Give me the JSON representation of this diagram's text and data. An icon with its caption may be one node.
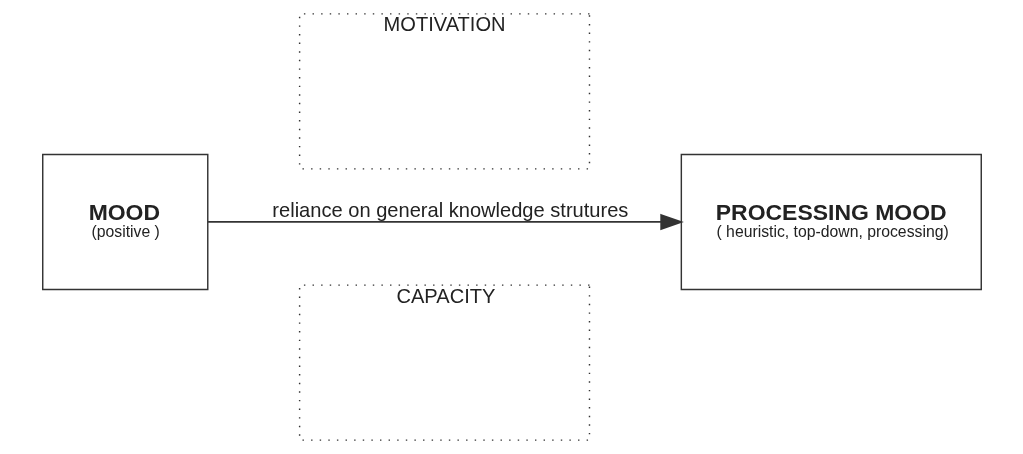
{
  "diagram": {
    "nodes": [
      {
        "text": [
          "MOOD",
          "(positive )"
        ]
      },
      {
        "text": [
          "MOTIVATION"
        ]
      },
      {
        "text": [
          "PROCESSING MOOD",
          "( heuristic, top-down, processing)"
        ]
      },
      {
        "text": [
          "CAPACITY"
        ]
      }
    ],
    "edges": [
      {
        "from": 0,
        "to": 2,
        "arrow": "to",
        "label": "reliance on general knowledge strutures"
      }
    ]
  }
}
